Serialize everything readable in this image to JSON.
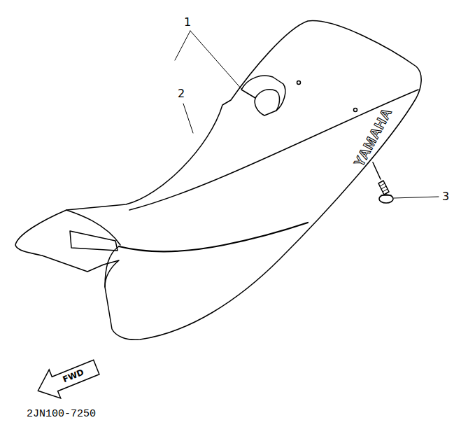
{
  "diagram": {
    "nodes": [
      {
        "text": [
          "FWD"
        ]
      }
    ],
    "labels": [
      "1",
      "2",
      "3",
      "YAMAHA",
      "2JN100-7250"
    ]
  }
}
